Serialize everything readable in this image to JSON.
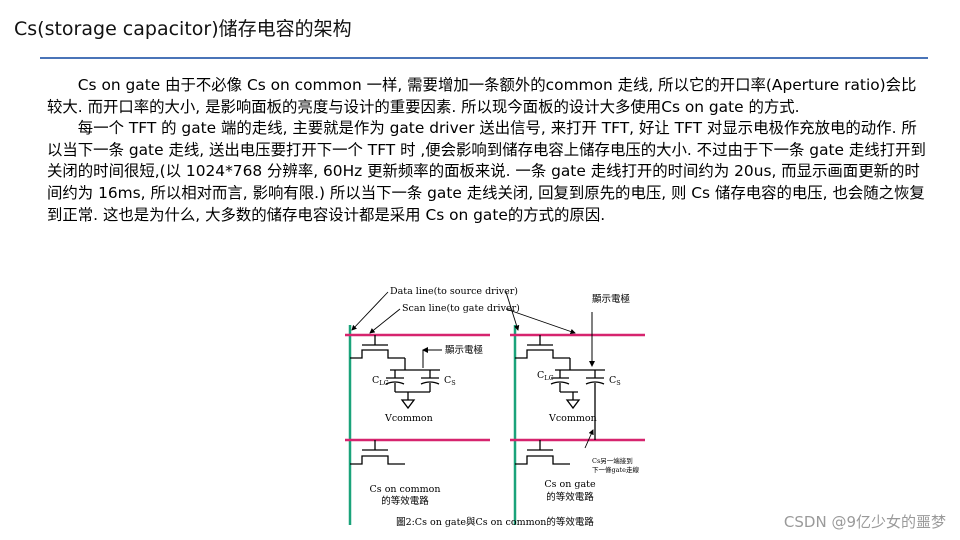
{
  "slide": {
    "title": "Cs(storage capacitor)储存电容的架构",
    "paragraphs": [
      "Cs on gate 由于不必像 Cs on common 一样, 需要增加一条额外的common 走线, 所以它的开口率(Aperture ratio)会比较大. 而开口率的大小, 是影响面板的亮度与设计的重要因素. 所以现今面板的设计大多使用Cs on gate 的方式.",
      "每一个 TFT 的 gate 端的走线, 主要就是作为 gate driver 送出信号, 来打开 TFT, 好让 TFT 对显示电极作充放电的动作. 所以当下一条 gate 走线, 送出电压要打开下一个 TFT 时 ,便会影响到储存电容上储存电压的大小. 不过由于下一条 gate 走线打开到关闭的时间很短,(以 1024*768 分辨率, 60Hz 更新频率的面板来说. 一条 gate 走线打开的时间约为 20us, 而显示画面更新的时间约为 16ms, 所以相对而言, 影响有限.) 所以当下一条 gate 走线关闭, 回复到原先的电压, 则 Cs 储存电容的电压, 也会随之恢复到正常. 这也是为什么, 大多数的储存电容设计都是采用 Cs on gate的方式的原因."
    ]
  },
  "figure": {
    "data_line_label": "Data line(to source driver)",
    "scan_line_label": "Scan line(to gate driver)",
    "pixel_electrode_label": "顯示電極",
    "clc_main": "C",
    "clc_sub": "LC",
    "cs_main": "C",
    "cs_sub": "S",
    "vcommon_label": "Vcommon",
    "left_caption_line1": "Cs on common",
    "left_caption_line2": "的等效電路",
    "right_caption_line1": "Cs on gate",
    "right_caption_line2": "的等效電路",
    "cs_note_line1": "Cs另一端接到",
    "cs_note_line2": "下一條gate走線",
    "figure_caption": "圖2:Cs on gate與Cs on common的等效電路",
    "colors": {
      "data_line": "#1aa37a",
      "scan_line": "#d6246e",
      "circuit": "#000000"
    }
  },
  "watermark": "CSDN @9亿少女的噩梦"
}
